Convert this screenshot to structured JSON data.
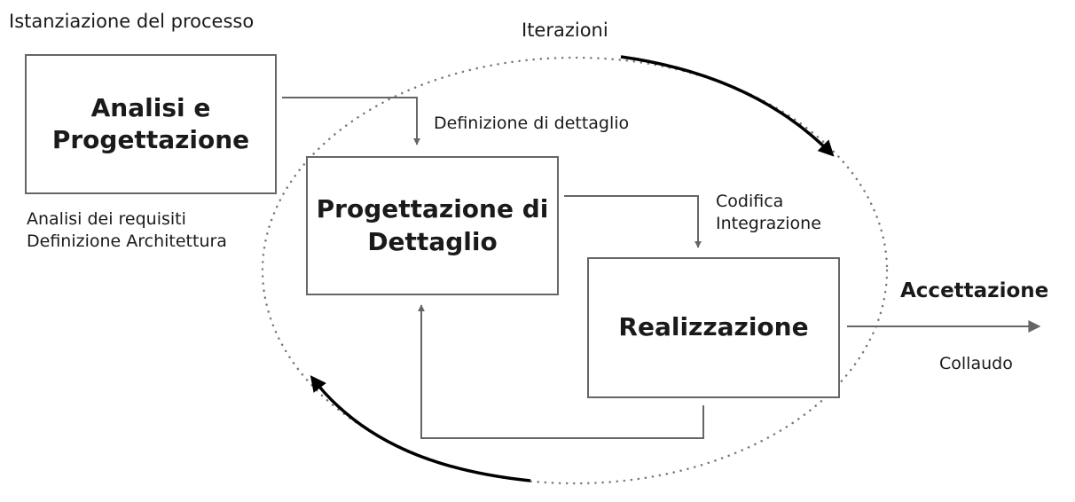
{
  "title": "Istanziazione del processo",
  "iterations_label": "Iterazioni",
  "boxes": {
    "analisi": "Analisi e\nProgettazione",
    "progettazione": "Progettazione di\nDettaglio",
    "realizzazione": "Realizzazione"
  },
  "labels": {
    "definizione_dettaglio": "Definizione di dettaglio",
    "analisi_sub": "Analisi dei requisiti\nDefinizione Architettura",
    "codifica_integrazione": "Codifica\nIntegrazione",
    "accettazione": "Accettazione",
    "collaudo": "Collaudo"
  },
  "colors": {
    "connector": "#666666",
    "iteration_arrow": "#000000",
    "dotted_ellipse": "#777777"
  }
}
